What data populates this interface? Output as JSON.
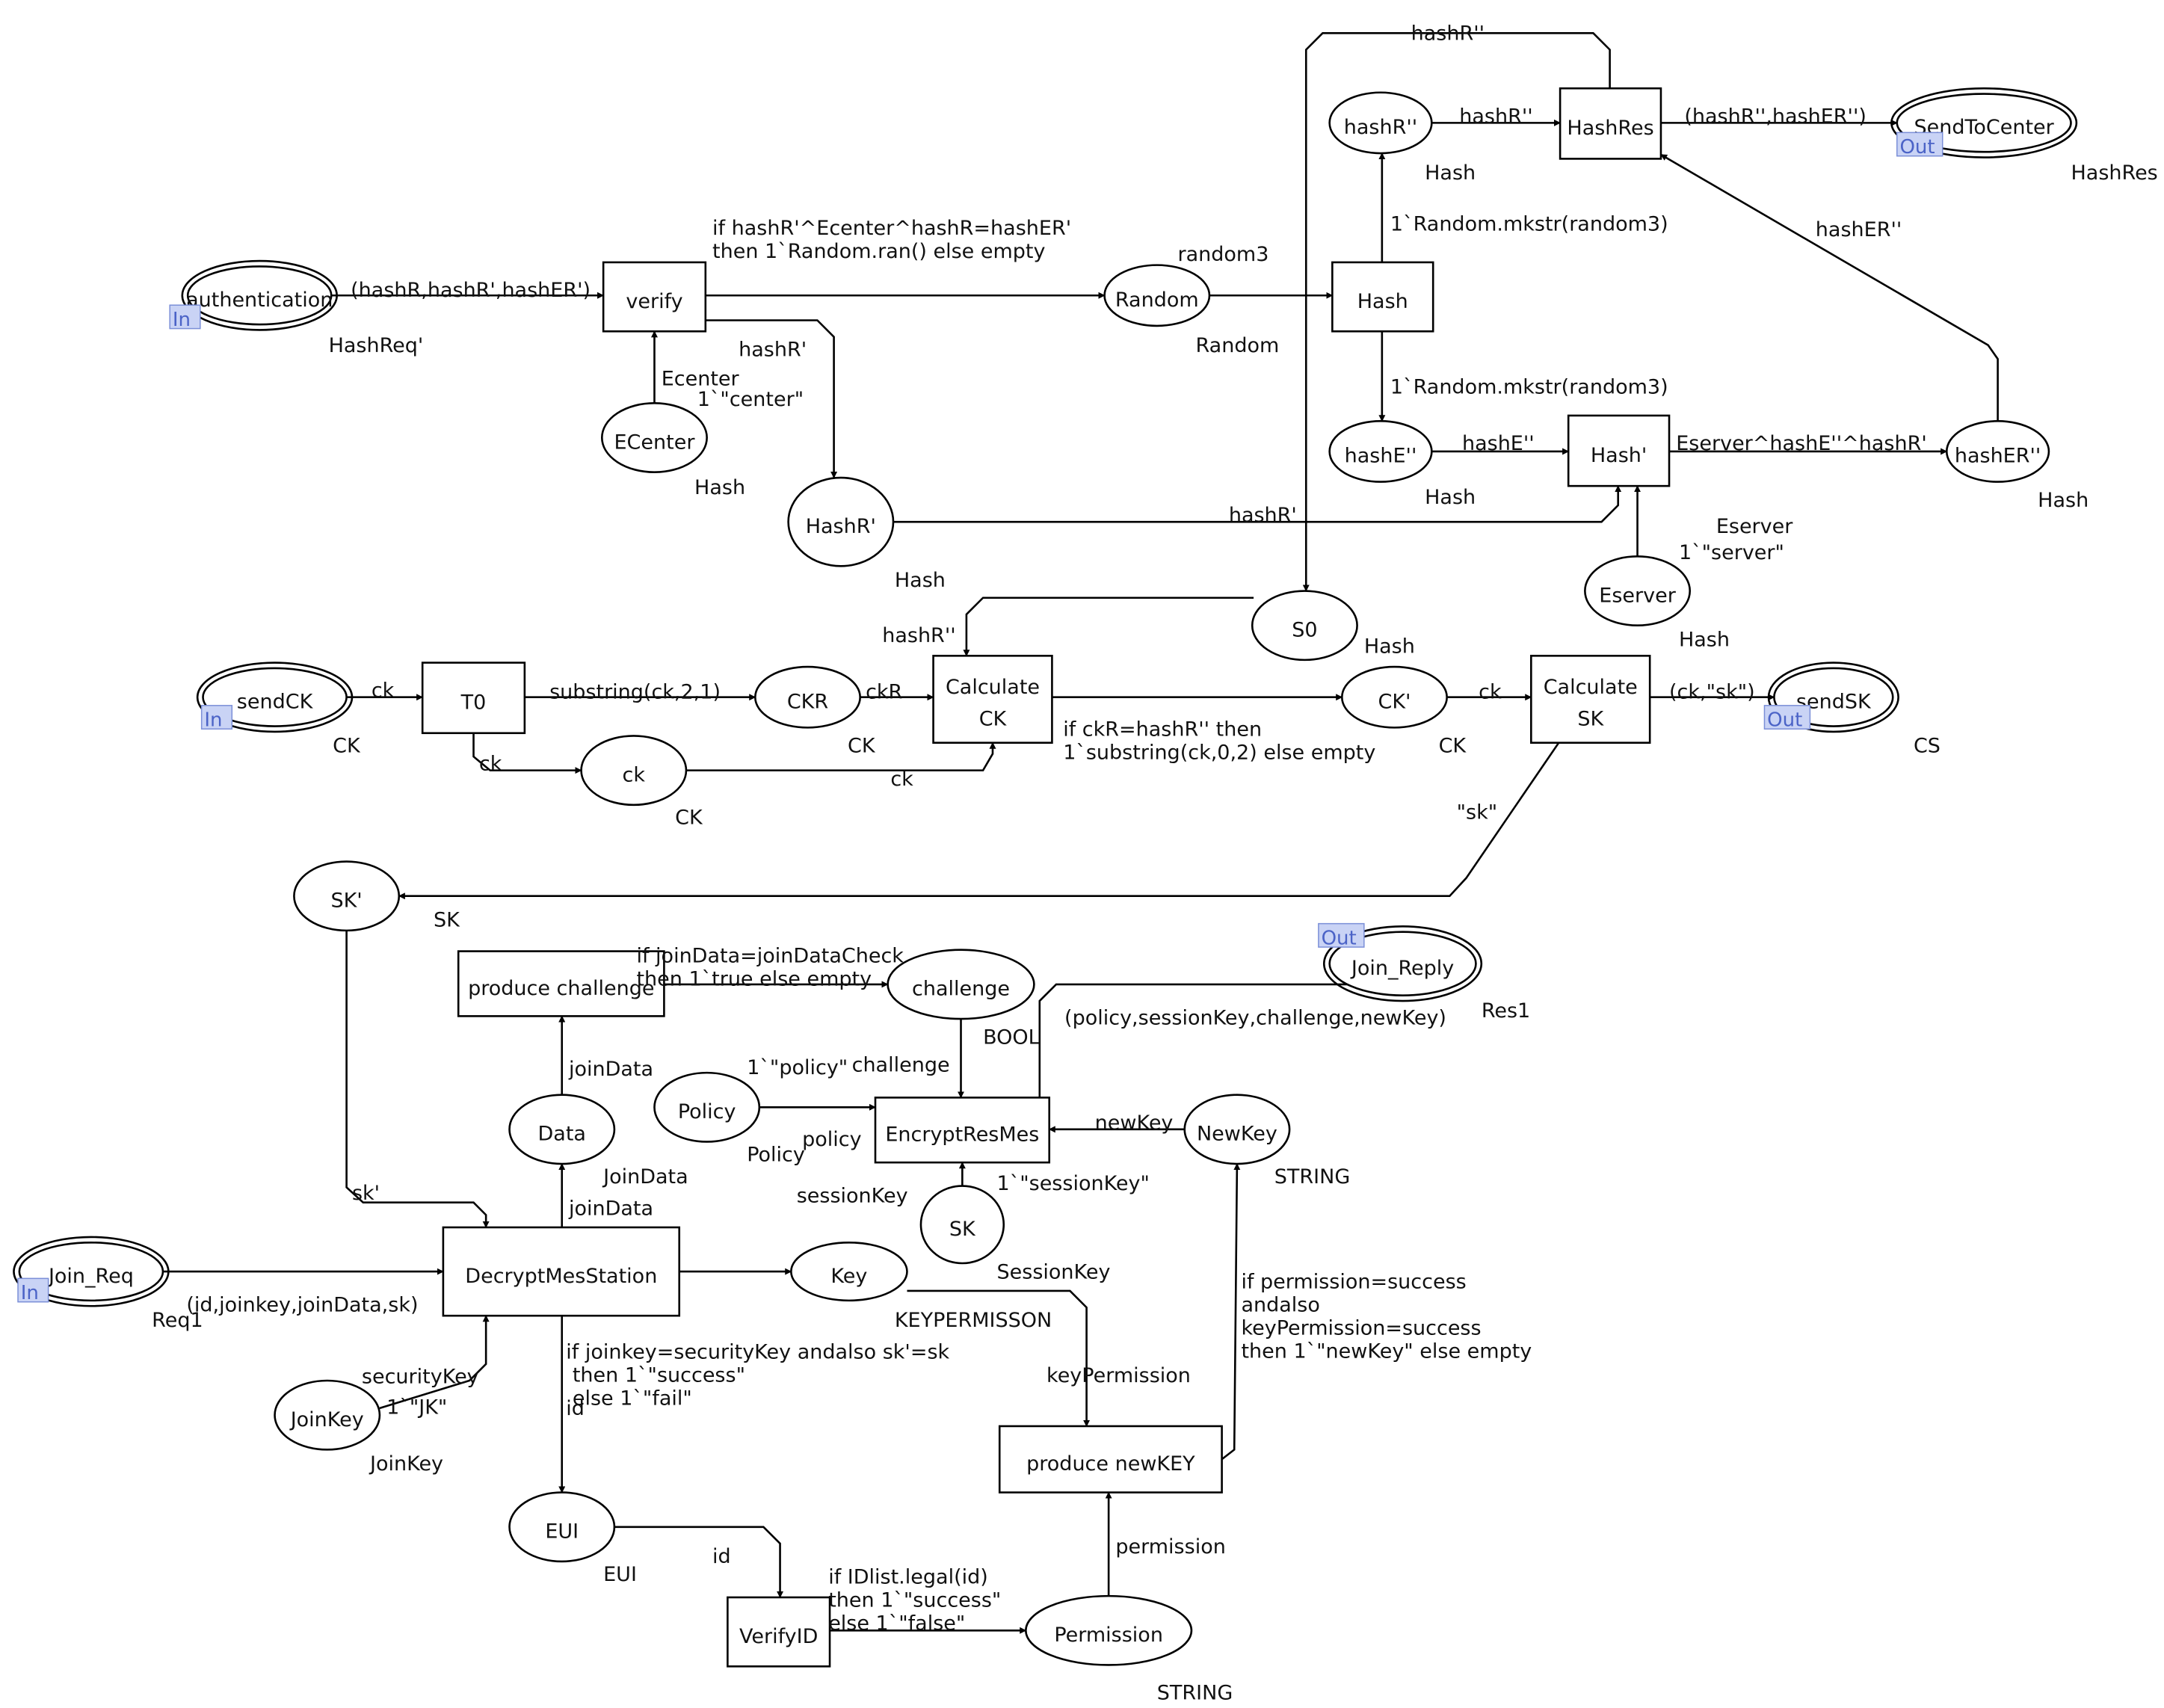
{
  "places": [
    {
      "id": "authentication",
      "label": "authentication",
      "type": "HashReq'",
      "port": "In"
    },
    {
      "id": "random",
      "label": "Random",
      "type": "Random"
    },
    {
      "id": "ecenter",
      "label": "ECenter",
      "type": "Hash"
    },
    {
      "id": "hashRp",
      "label": "HashR'",
      "type": "Hash"
    },
    {
      "id": "hashRpp",
      "label": "hashR''",
      "type": "Hash"
    },
    {
      "id": "hashEpp",
      "label": "hashE''",
      "type": "Hash"
    },
    {
      "id": "hashERpp",
      "label": "hashER''",
      "type": "Hash"
    },
    {
      "id": "eserver",
      "label": "Eserver",
      "type": "Hash"
    },
    {
      "id": "sendToCenter",
      "label": "SendToCenter",
      "type": "HashRes",
      "port": "Out"
    },
    {
      "id": "s0",
      "label": "S0",
      "type": "Hash"
    },
    {
      "id": "sendCK",
      "label": "sendCK",
      "type": "CK",
      "port": "In"
    },
    {
      "id": "ckr",
      "label": "CKR",
      "type": "CK"
    },
    {
      "id": "ck",
      "label": "ck",
      "type": "CK"
    },
    {
      "id": "ckp",
      "label": "CK'",
      "type": "CK"
    },
    {
      "id": "sendSK",
      "label": "sendSK",
      "type": "CS",
      "port": "Out"
    },
    {
      "id": "skp",
      "label": "SK'",
      "type": "SK"
    },
    {
      "id": "challenge",
      "label": "challenge",
      "type": "BOOL"
    },
    {
      "id": "joinReply",
      "label": "Join_Reply",
      "type": "Res1",
      "port": "Out"
    },
    {
      "id": "policy",
      "label": "Policy",
      "type": "Policy"
    },
    {
      "id": "data",
      "label": "Data",
      "type": "JoinData"
    },
    {
      "id": "newKey",
      "label": "NewKey",
      "type": "STRING"
    },
    {
      "id": "skSession",
      "label": "SK",
      "type": "SessionKey"
    },
    {
      "id": "joinReq",
      "label": "Join_Req",
      "type": "Req1",
      "port": "In"
    },
    {
      "id": "key",
      "label": "Key",
      "type": "KEYPERMISSON"
    },
    {
      "id": "joinKey",
      "label": "JoinKey",
      "type": "JoinKey"
    },
    {
      "id": "eui",
      "label": "EUI",
      "type": "EUI"
    },
    {
      "id": "permission",
      "label": "Permission",
      "type": "STRING"
    }
  ],
  "transitions": [
    {
      "id": "verify",
      "label": "verify"
    },
    {
      "id": "hash",
      "label": "Hash"
    },
    {
      "id": "hashRes",
      "label": "HashRes"
    },
    {
      "id": "hashP",
      "label": "Hash'"
    },
    {
      "id": "t0",
      "label": "T0"
    },
    {
      "id": "calcCK",
      "label": "Calculate CK"
    },
    {
      "id": "calcSK",
      "label": "Calculate SK"
    },
    {
      "id": "produceChallenge",
      "label": "produce challenge"
    },
    {
      "id": "encryptResMes",
      "label": "EncryptResMes"
    },
    {
      "id": "decryptMesStation",
      "label": "DecryptMesStation"
    },
    {
      "id": "produceNewKey",
      "label": "produce newKEY"
    },
    {
      "id": "verifyID",
      "label": "VerifyID"
    }
  ],
  "arcs": [
    {
      "id": "a_auth_verify",
      "inscription": "(hashR,hashR',hashER')"
    },
    {
      "id": "a_verify_random",
      "inscription": "if hashR'^Ecenter^hashR=hashER'\nthen 1`Random.ran() else empty"
    },
    {
      "id": "a_verify_hashRp",
      "inscription": "hashR'"
    },
    {
      "id": "a_ecenter_verify",
      "inscription": "Ecenter"
    },
    {
      "id": "a_random_hash",
      "inscription": "random3"
    },
    {
      "id": "a_hash_hashRpp",
      "inscription": "1`Random.mkstr(random3)"
    },
    {
      "id": "a_hash_hashEpp",
      "inscription": "1`Random.mkstr(random3)"
    },
    {
      "id": "a_hashRpp_hashRes",
      "inscription": "hashR''"
    },
    {
      "id": "a_hashRes_send",
      "inscription": "(hashR'',hashER'')"
    },
    {
      "id": "a_hashRes_s0",
      "inscription": "hashR''"
    },
    {
      "id": "a_hashERpp_hashRes",
      "inscription": "hashER''"
    },
    {
      "id": "a_hashEpp_hashP",
      "inscription": "hashE''"
    },
    {
      "id": "a_hashP_hashERpp",
      "inscription": "Eserver^hashE''^hashR'"
    },
    {
      "id": "a_hashRp_hashP",
      "inscription": "hashR'"
    },
    {
      "id": "a_eserver_hashP",
      "inscription": "Eserver"
    },
    {
      "id": "a_s0_calcCK",
      "inscription": "hashR''"
    },
    {
      "id": "a_sendCK_t0",
      "inscription": "ck"
    },
    {
      "id": "a_t0_ckr",
      "inscription": "substring(ck,2,1)"
    },
    {
      "id": "a_t0_ck",
      "inscription": "ck"
    },
    {
      "id": "a_ckr_calcCK",
      "inscription": "ckR"
    },
    {
      "id": "a_ck_calcCK",
      "inscription": "ck"
    },
    {
      "id": "a_calcCK_ckp",
      "inscription": "if ckR=hashR'' then\n1`substring(ck,0,2) else empty"
    },
    {
      "id": "a_ckp_calcSK",
      "inscription": "ck"
    },
    {
      "id": "a_calcSK_sendSK",
      "inscription": "(ck,\"sk\")"
    },
    {
      "id": "a_calcSK_skp",
      "inscription": "\"sk\""
    },
    {
      "id": "a_skp_decrypt",
      "inscription": "sk'"
    },
    {
      "id": "a_produce_challenge",
      "inscription": "if joinData=joinDataCheck\nthen 1`true else empty"
    },
    {
      "id": "a_challenge_encrypt",
      "inscription": "challenge"
    },
    {
      "id": "a_encrypt_joinReply",
      "inscription": "(policy,sessionKey,challenge,newKey)"
    },
    {
      "id": "a_policy_encrypt",
      "inscription": "policy"
    },
    {
      "id": "a_newKey_encrypt",
      "inscription": "newKey"
    },
    {
      "id": "a_sk_encrypt",
      "inscription": "sessionKey"
    },
    {
      "id": "a_data_produce",
      "inscription": "joinData"
    },
    {
      "id": "a_decrypt_data",
      "inscription": "joinData"
    },
    {
      "id": "a_joinReq_decrypt",
      "inscription": "(id,joinkey,joinData,sk)"
    },
    {
      "id": "a_decrypt_key",
      "inscription": ""
    },
    {
      "id": "a_joinKey_decrypt",
      "inscription": "securityKey"
    },
    {
      "id": "a_decrypt_eui",
      "inscription": "if joinkey=securityKey andalso sk'=sk\n then 1`\"success\"\n else 1`\"fail\""
    },
    {
      "id": "a_key_produceNewKey",
      "inscription": "keyPermission"
    },
    {
      "id": "a_produceNewKey_newKey",
      "inscription": "if permission=success\nandalso\nkeyPermission=success\nthen 1`\"newKey\" else empty"
    },
    {
      "id": "a_eui_verifyID",
      "inscription": "id"
    },
    {
      "id": "a_verifyID_permission",
      "inscription": "if IDlist.legal(id)\nthen 1`\"success\"\nelse 1`\"false\""
    },
    {
      "id": "a_permission_produceNewKey",
      "inscription": "permission"
    }
  ],
  "initial_markings": [
    {
      "id": "m_ecenter",
      "text": "1`\"center\""
    },
    {
      "id": "m_eserver",
      "text": "1`\"server\""
    },
    {
      "id": "m_policy",
      "text": "1`\"policy\""
    },
    {
      "id": "m_sk",
      "text": "1`\"sessionKey\""
    },
    {
      "id": "m_joinKey",
      "text": "1`\"JK\""
    }
  ],
  "extra_labels": [
    {
      "id": "id_decrypt",
      "text": "id"
    }
  ],
  "colors": {
    "line": "#000000",
    "port_tag_fill": "#c9d3f5",
    "port_tag_text": "#4b63c7"
  }
}
